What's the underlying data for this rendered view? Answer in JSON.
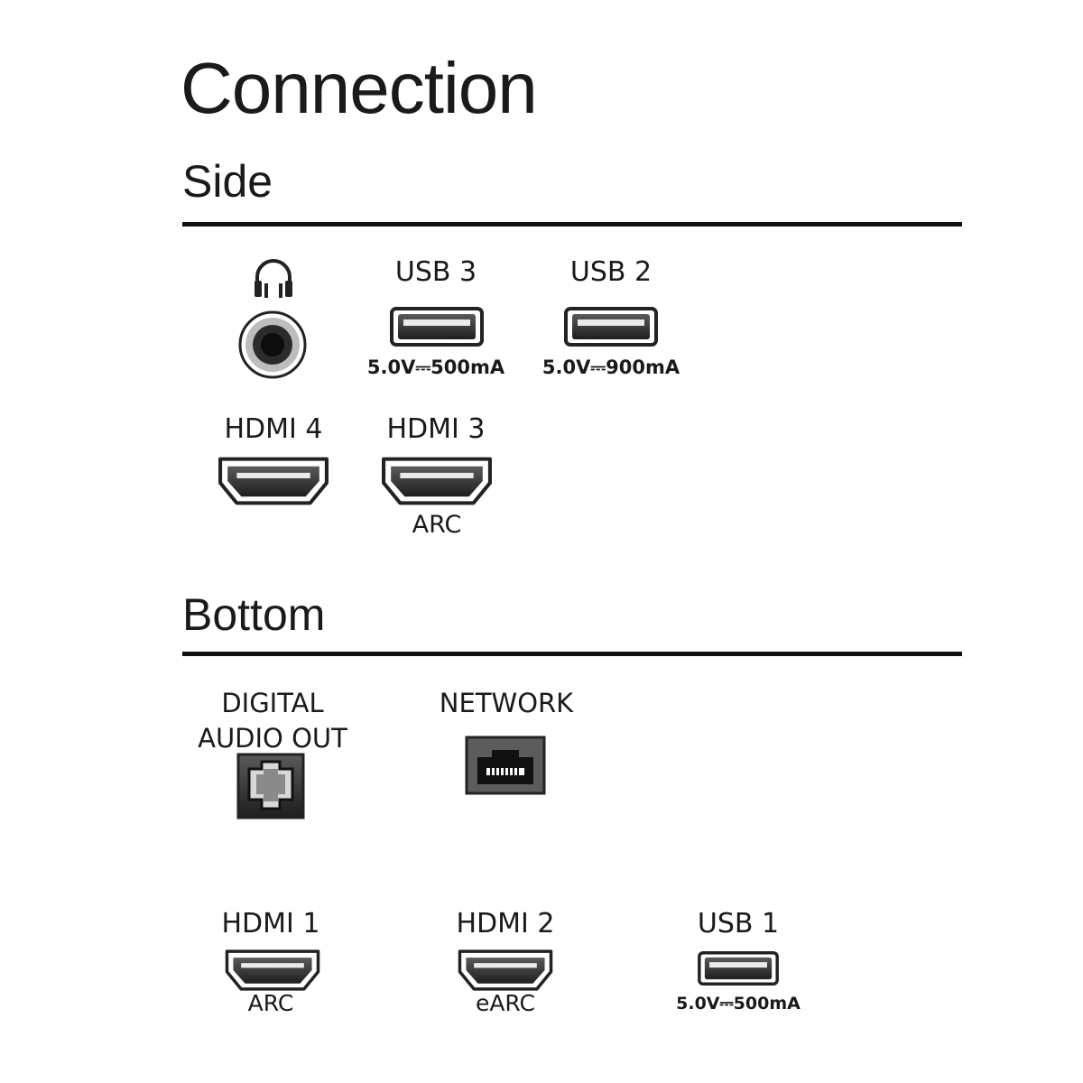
{
  "title": "Connection",
  "sections": {
    "side": {
      "title": "Side"
    },
    "bottom": {
      "title": "Bottom"
    }
  },
  "ports": {
    "headphone": {
      "icon": "headphone-icon"
    },
    "usb3": {
      "label": "USB 3",
      "spec": "5.0V⎓500mA"
    },
    "usb2": {
      "label": "USB 2",
      "spec": "5.0V⎓900mA"
    },
    "hdmi4": {
      "label": "HDMI 4"
    },
    "hdmi3": {
      "label": "HDMI 3",
      "sub": "ARC"
    },
    "digital_audio": {
      "label_line1": "DIGITAL",
      "label_line2": "AUDIO OUT"
    },
    "network": {
      "label": "NETWORK"
    },
    "hdmi1": {
      "label": "HDMI 1",
      "sub": "ARC"
    },
    "hdmi2": {
      "label": "HDMI 2",
      "sub": "eARC"
    },
    "usb1": {
      "label": "USB 1",
      "spec": "5.0V⎓500mA"
    }
  }
}
